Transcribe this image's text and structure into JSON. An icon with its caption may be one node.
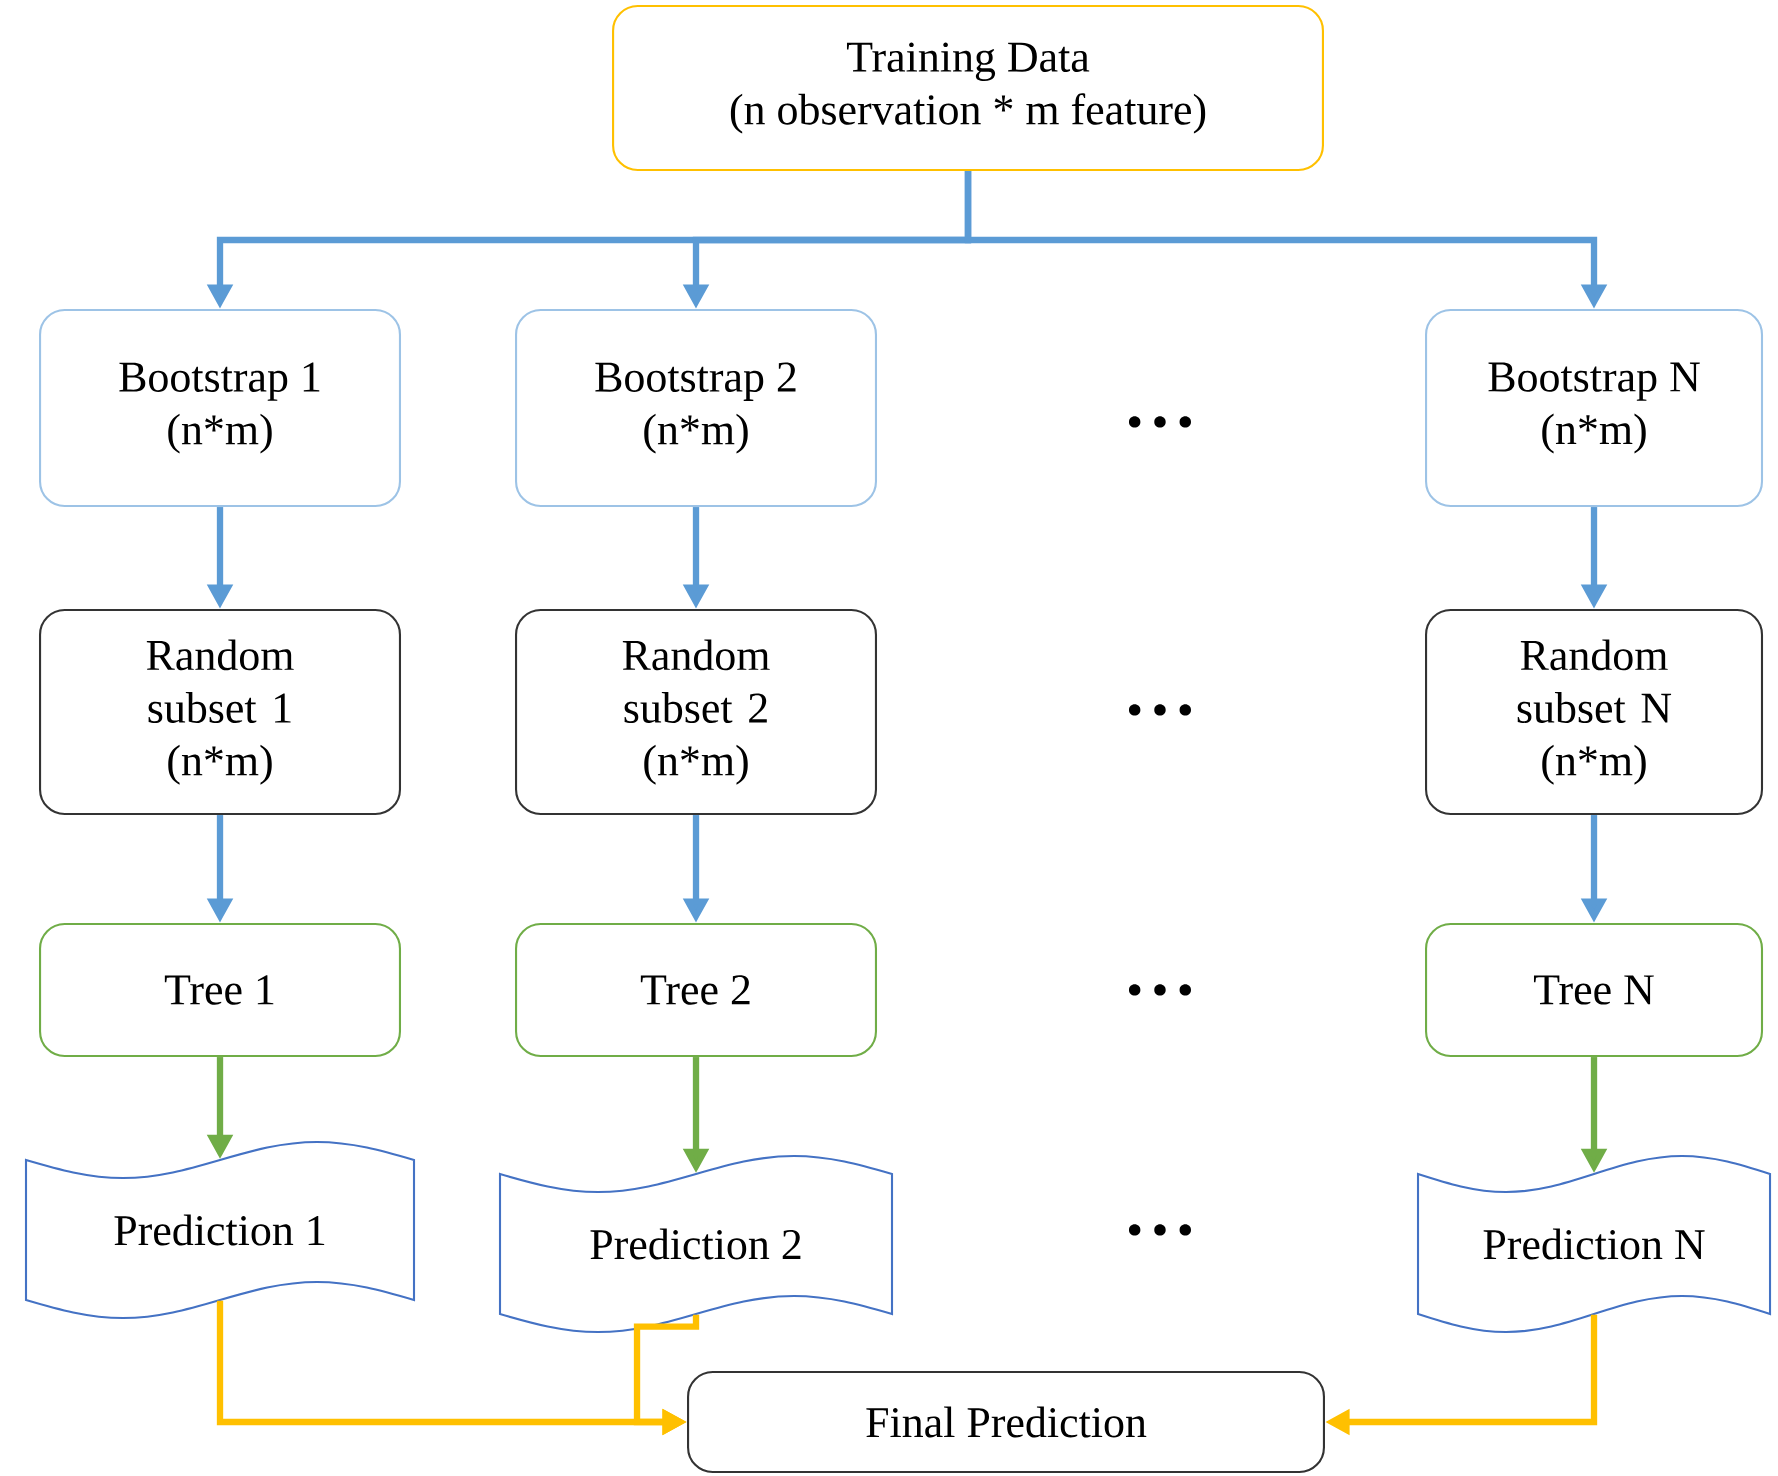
{
  "diagram": {
    "nodes": [
      {
        "text": [
          "Training Data",
          "(n observation * m feature)"
        ]
      },
      {
        "text": [
          "Bootstrap 1",
          "(n*m)"
        ]
      },
      {
        "text": [
          "Bootstrap 2",
          "(n*m)"
        ]
      },
      {
        "text": [
          "Bootstrap N",
          "(n*m)"
        ]
      },
      {
        "text": [
          "Random subset 1",
          "(n*m)"
        ]
      },
      {
        "text": [
          "Random subset 2",
          "(n*m)"
        ]
      },
      {
        "text": [
          "Random subset N",
          "(n*m)"
        ]
      },
      {
        "text": [
          "Tree 1"
        ]
      },
      {
        "text": [
          "Tree 2"
        ]
      },
      {
        "text": [
          "Tree N"
        ]
      },
      {
        "text": [
          "Prediction 1"
        ]
      },
      {
        "text": [
          "Prediction 2"
        ]
      },
      {
        "text": [
          "Prediction N"
        ]
      },
      {
        "text": [
          "Final Prediction"
        ]
      }
    ],
    "edges": [
      {
        "from": 0,
        "to": 1,
        "arrow": "to"
      },
      {
        "from": 0,
        "to": 2,
        "arrow": "to"
      },
      {
        "from": 0,
        "to": 3,
        "arrow": "to"
      },
      {
        "from": 1,
        "to": 4,
        "arrow": "to"
      },
      {
        "from": 2,
        "to": 5,
        "arrow": "to"
      },
      {
        "from": 3,
        "to": 6,
        "arrow": "to"
      },
      {
        "from": 4,
        "to": 7,
        "arrow": "to"
      },
      {
        "from": 5,
        "to": 8,
        "arrow": "to"
      },
      {
        "from": 6,
        "to": 9,
        "arrow": "to"
      },
      {
        "from": 7,
        "to": 10,
        "arrow": "to",
        "color": "#70ad47"
      },
      {
        "from": 8,
        "to": 11,
        "arrow": "to",
        "color": "#70ad47"
      },
      {
        "from": 9,
        "to": 12,
        "arrow": "to",
        "color": "#70ad47"
      },
      {
        "from": 10,
        "to": 13,
        "arrow": "to",
        "color": "#ffc000"
      },
      {
        "from": 11,
        "to": 13,
        "arrow": "to",
        "color": "#ffc000"
      },
      {
        "from": 12,
        "to": 13,
        "arrow": "to",
        "color": "#ffc000"
      }
    ],
    "labels": [
      "• • •",
      "• • •",
      "• • •",
      "• • •"
    ]
  }
}
